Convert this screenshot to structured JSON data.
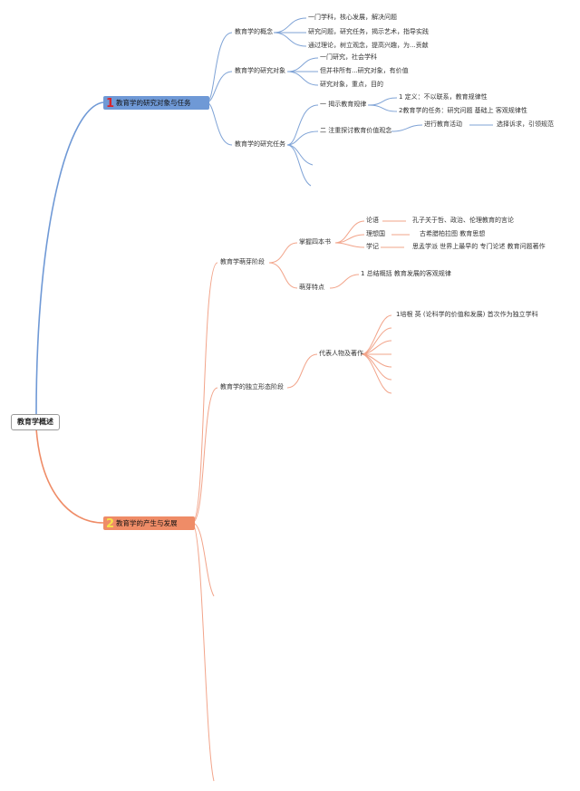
{
  "root": {
    "label": "教育学概述"
  },
  "branch1": {
    "number": "1",
    "label": "教育学的研究对象与任务",
    "color": "#6f99d6",
    "concept": {
      "label": "教育学的概念",
      "items": [
        "一门学科，核心发展，解决问题",
        "研究问题，研究任务，揭示艺术，指导实践",
        "通过理论，树立观念，提高兴趣，为...贡献"
      ]
    },
    "object": {
      "label": "教育学的研究对象",
      "items": [
        "一门研究，社会学科",
        "但并非所有...研究对象，有价值",
        "研究对象，重点，目的"
      ]
    },
    "task": {
      "label": "教育学的研究任务",
      "law": {
        "label": "一 揭示教育规律",
        "items": [
          "1 定义：不以联系，教育规律性",
          "2教育学的任务：研究问题 基础上 客观规律性"
        ]
      },
      "value": {
        "label": "二 注重探讨教育价值观念",
        "child": "进行教育活动",
        "grandchild": "选择诉求，引领规范"
      }
    }
  },
  "branch2": {
    "number": "2",
    "label": "教育学的产生与发展",
    "color": "#ef8c67",
    "sprout": {
      "label": "教育学萌芽阶段",
      "books": {
        "label": "掌握四本书",
        "items": [
          {
            "name": "论语",
            "desc": "孔子关于哲、政治、伦理教育的言论"
          },
          {
            "name": "理想国",
            "desc": "古希腊柏拉图 教育思想"
          },
          {
            "name": "学记",
            "desc": "思孟学派 世界上最早的 专门论述 教育问题著作"
          }
        ]
      },
      "features": {
        "label": "萌芽特点",
        "item": "1 总结概括 教育发展的客观规律"
      }
    },
    "independent": {
      "label": "教育学的独立形态阶段",
      "figures": {
        "label": "代表人物及著作",
        "first": "1培根 英 (论科学的价值和发展)   首次作为独立学科"
      }
    }
  }
}
